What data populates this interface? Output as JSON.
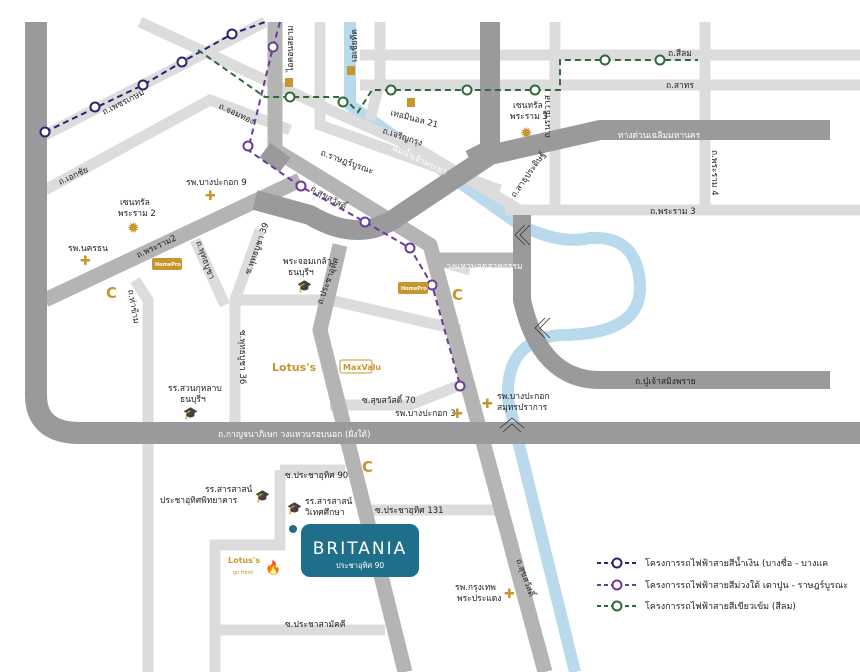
{
  "colors": {
    "road_light": "#dcdcdc",
    "road_mid": "#b4b4b4",
    "road_dark": "#9a9a9c",
    "river": "#b9d9ec",
    "poi_gold": "#c8962e",
    "blue_line": "#2b2370",
    "purple_line": "#6b3c97",
    "green_line": "#2f6b3a",
    "brand": "#1f6f8b"
  },
  "roads": {
    "phetkasem": "ถ.เพชรเกษม",
    "jomthong": "ถ.จอมทอง",
    "ekkachai": "ถ.เอกชัย",
    "charoenkrung": "ถ.เจริญกรุง",
    "ratburana": "ถ.ราษฎร์บูรณะ",
    "suksawat": "ถ.สุขสวัสดิ์",
    "rama2": "ถ.พระราม2",
    "phutthabucha": "ถ.พุทธบูชา",
    "phutthabucha39": "ซ.พุทธบูชา 39",
    "prachauthit": "ถ.ประชาอุทิศ",
    "thakham": "ถ.ท่าข้าม",
    "soi36": "ซ.พุทธบูชา 36",
    "silom": "ถ.สีลม",
    "sathorn": "ถ.สาทร",
    "narathiwat": "ถ.นราธิวาส",
    "expressway": "ทางด่วนเฉลิมมหานคร",
    "rama4": "ถ.พระราม 4",
    "rama3": "ถ.พระราม 3",
    "sathupradit": "ถ.สาธุประดิษฐ์",
    "industrial_ring": "วงแหวนอุตสาหกรรม",
    "puchao": "ถ.ปู่เจ้าสมิงพราย",
    "suksawat70": "ซ.สุขสวัสดิ์ 70",
    "kanchanaphisek": "ถ.กาญจนาภิเษก วงแหวนรอบนอก (ฝั่งใต้)",
    "prachauthit90": "ซ.ประชาอุทิศ 90",
    "prachauthit131": "ซ.ประชาอุทิศ 131",
    "suksawat_s": "ถ.สุขสวัสดิ์",
    "prachasamakkhi": "ซ.ประชาสามัคคี",
    "river": "แม่น้ำเจ้าพระยา"
  },
  "places": {
    "iconsiam": "ไอคอนสยาม",
    "asiatique": "เอเชียทีค",
    "terminal21": "เทอมินอล 21",
    "central_rama3": [
      "เซนทรัล",
      "พระราม 3"
    ],
    "central_rama2": [
      "เซนทรัล",
      "พระราม 2"
    ],
    "hosp_bangpakok9": "รพ.บางปะกอก 9",
    "hosp_nakornthon": "รพ.นครธน",
    "kmutt": [
      "พระจอมเกล้า",
      "ธนบุรีฯ"
    ],
    "lotus": "Lotus's",
    "maxvalu": "MaxValu",
    "suankularb": [
      "รร.สวนกุหลาบ",
      "ธนบุรีฯ"
    ],
    "hosp_bangpakok3": "รพ.บางปะกอก 3",
    "hosp_bangpakok_sp": [
      "รพ.บางปะกอก",
      "สมุทรปราการ"
    ],
    "sarasas_pracha": [
      "รร.สารสาสน์",
      "ประชาอุทิศพิทยาคาร"
    ],
    "sarasas_wit": [
      "รร.สารสาสน์",
      "วิเทศศึกษา"
    ],
    "lotus_gofresh": [
      "Lotus's",
      "go fresh"
    ],
    "hosp_bangkok_pp": [
      "รพ.กรุงเทพ",
      "พระประแดง"
    ],
    "homepro": "HomePro"
  },
  "project": {
    "name": "BRITANIA",
    "subtitle": "ประชาอุทิศ 90"
  },
  "legend": [
    {
      "label": "โครงการรถไฟฟ้าสายสีน้ำเงิน (บางซื่อ - บางแค",
      "color": "#2b2370"
    },
    {
      "label": "โครงการรถไฟฟ้าสายสีม่วงใต้ เตาปูน - ราษฎร์บูรณะ",
      "color": "#6b3c97"
    },
    {
      "label": "โครงการรถไฟฟ้าสายสีเขียวเข้ม (สีลม)",
      "color": "#2f6b3a"
    }
  ]
}
